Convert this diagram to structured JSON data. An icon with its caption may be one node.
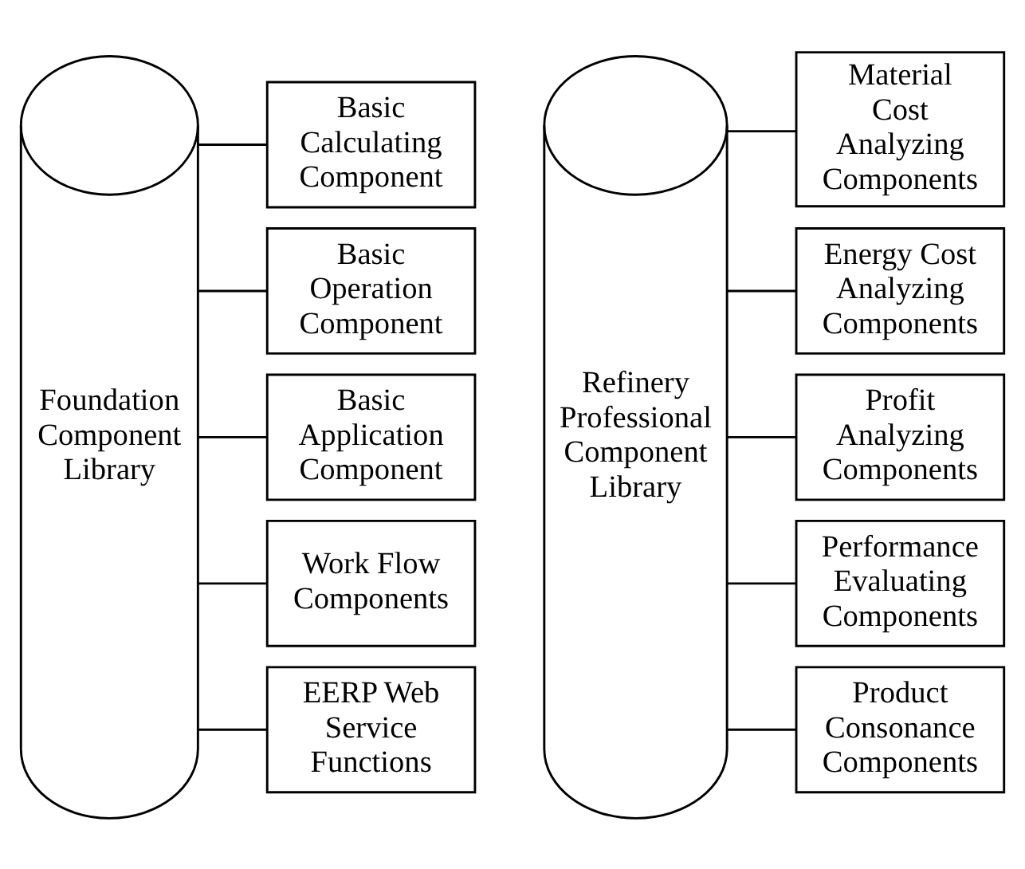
{
  "diagram": {
    "nodes": [
      {
        "text": [
          "Foundation Component Library"
        ]
      },
      {
        "text": [
          "Basic Calculating Component"
        ]
      },
      {
        "text": [
          "Basic Operation Component"
        ]
      },
      {
        "text": [
          "Basic Application Component"
        ]
      },
      {
        "text": [
          "Work Flow Components"
        ]
      },
      {
        "text": [
          "EERP Web Service Functions"
        ]
      },
      {
        "text": [
          "Refinery Professional Component Library"
        ]
      },
      {
        "text": [
          "Material Cost Analyzing Components"
        ]
      },
      {
        "text": [
          "Energy Cost Analyzing Components"
        ]
      },
      {
        "text": [
          "Profit Analyzing Components"
        ]
      },
      {
        "text": [
          "Performance Evaluating Components"
        ]
      },
      {
        "text": [
          "Product Consonance Components"
        ]
      }
    ],
    "edges": [
      {
        "from": 0,
        "to": 1,
        "arrow": "none"
      },
      {
        "from": 0,
        "to": 2,
        "arrow": "none"
      },
      {
        "from": 0,
        "to": 3,
        "arrow": "none"
      },
      {
        "from": 0,
        "to": 4,
        "arrow": "none"
      },
      {
        "from": 0,
        "to": 5,
        "arrow": "none"
      },
      {
        "from": 6,
        "to": 7,
        "arrow": "none"
      },
      {
        "from": 6,
        "to": 8,
        "arrow": "none"
      },
      {
        "from": 6,
        "to": 9,
        "arrow": "none"
      },
      {
        "from": 6,
        "to": 10,
        "arrow": "none"
      },
      {
        "from": 6,
        "to": 11,
        "arrow": "none"
      }
    ]
  }
}
